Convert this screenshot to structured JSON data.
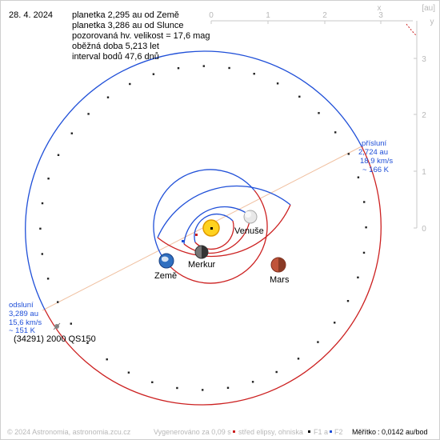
{
  "header": {
    "date": "28. 4. 2024",
    "info_lines": [
      "planetka 2,295 au od Země",
      "planetka 3,286 au od Slunce",
      "pozorovaná hv. velikost = 17,6 mag",
      "oběžná doba 5,213 let",
      "interval bodů 47,6 dnů"
    ]
  },
  "axes": {
    "x_ticks": [
      "0",
      "1",
      "2",
      "3"
    ],
    "x_label": "x",
    "unit_label": "[au]",
    "y_ticks": [
      "0",
      "1",
      "2",
      "3"
    ],
    "y_label": "y"
  },
  "perihelion": {
    "title": "přísluní",
    "distance": "2,724 au",
    "speed": "18,9 km/s",
    "temp": "~ 166 K"
  },
  "aphelion": {
    "title": "odsluní",
    "distance": "3,289 au",
    "speed": "15,6 km/s",
    "temp": "~ 151 K"
  },
  "bodies": {
    "venus": "Venuše",
    "mercury": "Merkur",
    "earth": "Země",
    "mars": "Mars",
    "asteroid": "(34291) 2000 QS150"
  },
  "footer": {
    "copyright": "© 2024 Astronomia, astronomia.zcu.cz",
    "generated": "Vygenerováno za 0,09 s",
    "center_legend": "střed elipsy, ohniska",
    "f1_legend": "F1 a",
    "f2_legend": "F2",
    "scale_label": "Měřítko",
    "scale_value": ": 0,0142 au/bod"
  },
  "colors": {
    "orbit_near": "#cc2020",
    "orbit_far": "#1f4fd8",
    "axis": "#c8c8c8",
    "apsis_line": "#f0c0a0",
    "sun": "#ffd21f",
    "mars": "#c0543a",
    "earth": "#2f6fc0",
    "venus": "#e8e8e8",
    "mercury": "#777777"
  }
}
